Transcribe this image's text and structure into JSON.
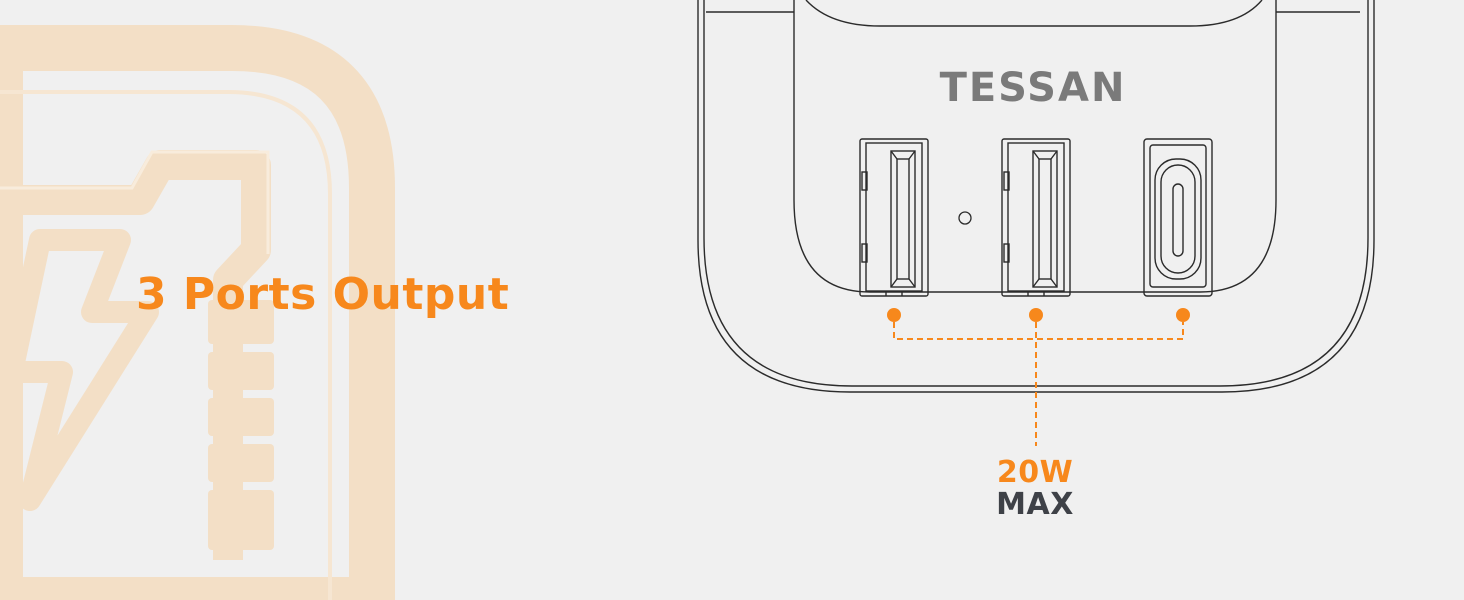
{
  "headline": "3 Ports Output",
  "brand": "TESSAN",
  "power": {
    "value": "20W",
    "suffix": "MAX"
  },
  "ports": [
    {
      "type": "usb-a"
    },
    {
      "type": "usb-a"
    },
    {
      "type": "usb-c"
    }
  ],
  "colors": {
    "accent": "#f7881c",
    "text_dark": "#3e4147",
    "background": "#f0f0f0",
    "background_icon": "#f3dfc6",
    "outline": "#2b2b2b",
    "logo": "#7a7a7a"
  }
}
